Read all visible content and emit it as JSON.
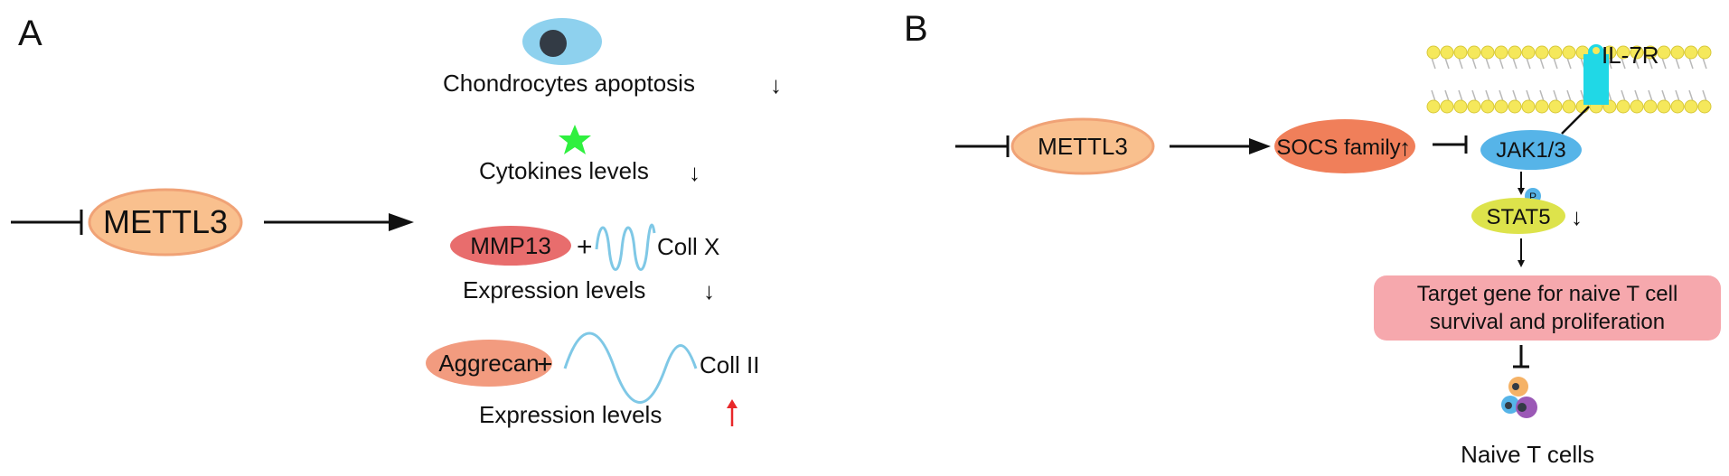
{
  "panel_a": {
    "letter": "A",
    "center_label": "METTL3",
    "outcomes": {
      "apoptosis": "Chondrocytes apoptosis",
      "cytokines": "Cytokines levels",
      "mmp13": "MMP13",
      "plus1": "+",
      "coll_x": "Coll X",
      "expr1": "Expression levels",
      "aggrecan": "Aggrecan",
      "plus2": "+",
      "coll_ii": "Coll II",
      "expr2": "Expression levels"
    },
    "arrows": {
      "down": "↓",
      "up": "↑"
    }
  },
  "panel_b": {
    "letter": "B",
    "mettl3": "METTL3",
    "socs": "SOCS family",
    "receptor": "IL-7R",
    "jak": "JAK1/3",
    "phospho": "P",
    "stat5": "STAT5",
    "target_line1": "Target gene for naive T cell",
    "target_line2": "survival and proliferation",
    "naive": "Naive T cells",
    "arrows": {
      "up": "↑",
      "down": "↓"
    }
  },
  "colors": {
    "mettl3_fill": "#f9c08e",
    "mettl3_stroke": "#f0a276",
    "cell_fill": "#8ed1ee",
    "nucleus": "#333b45",
    "star": "#2ff03f",
    "mmp13": "#e86d6d",
    "coll_wave": "#7fc8e6",
    "aggrecan": "#f29b7f",
    "socs": "#f07f5a",
    "jak": "#56b4e8",
    "stat5": "#dde34b",
    "target_box": "#f6a8ad",
    "receptor": "#20d8e6",
    "lipid_head": "#f5e85b",
    "red_arrow": "#e8282a"
  }
}
